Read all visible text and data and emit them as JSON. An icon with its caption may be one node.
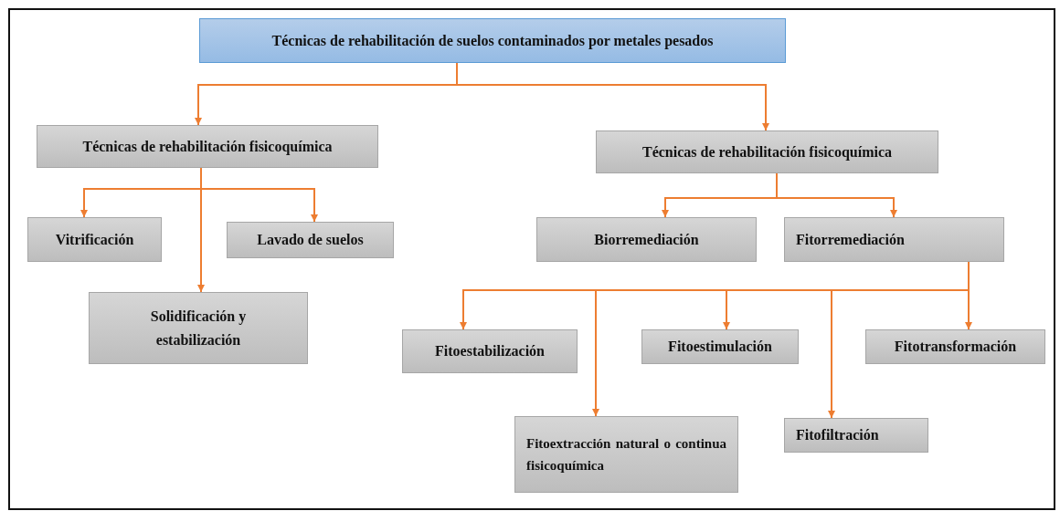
{
  "diagram": {
    "nodes": [
      {
        "text": [
          "Técnicas de rehabilitación de suelos contaminados por metales pesados"
        ]
      },
      {
        "text": [
          "Técnicas de rehabilitación fisicoquímica"
        ]
      },
      {
        "text": [
          "Técnicas de rehabilitación fisicoquímica"
        ]
      },
      {
        "text": [
          "Vitrificación"
        ]
      },
      {
        "text": [
          "Lavado de suelos"
        ]
      },
      {
        "text": [
          "Solidificación y estabilización"
        ]
      },
      {
        "text": [
          "Biorremediación"
        ]
      },
      {
        "text": [
          "Fitorremediación"
        ]
      },
      {
        "text": [
          "Fitoestabilización"
        ]
      },
      {
        "text": [
          "Fitoestimulación"
        ]
      },
      {
        "text": [
          "Fitotransformación"
        ]
      },
      {
        "text": [
          "Fitoextracción natural o continua fisicoquímica"
        ]
      },
      {
        "text": [
          "Fitofiltración"
        ]
      }
    ],
    "edges": [
      {
        "from": 0,
        "to": 1,
        "arrow": "to"
      },
      {
        "from": 0,
        "to": 2,
        "arrow": "to"
      },
      {
        "from": 1,
        "to": 3,
        "arrow": "to"
      },
      {
        "from": 1,
        "to": 4,
        "arrow": "to"
      },
      {
        "from": 1,
        "to": 5,
        "arrow": "to"
      },
      {
        "from": 2,
        "to": 6,
        "arrow": "to"
      },
      {
        "from": 2,
        "to": 7,
        "arrow": "to"
      },
      {
        "from": 7,
        "to": 8,
        "arrow": "to"
      },
      {
        "from": 7,
        "to": 11,
        "arrow": "to"
      },
      {
        "from": 7,
        "to": 9,
        "arrow": "to"
      },
      {
        "from": 7,
        "to": 12,
        "arrow": "to"
      },
      {
        "from": 7,
        "to": 10,
        "arrow": "to"
      }
    ]
  }
}
